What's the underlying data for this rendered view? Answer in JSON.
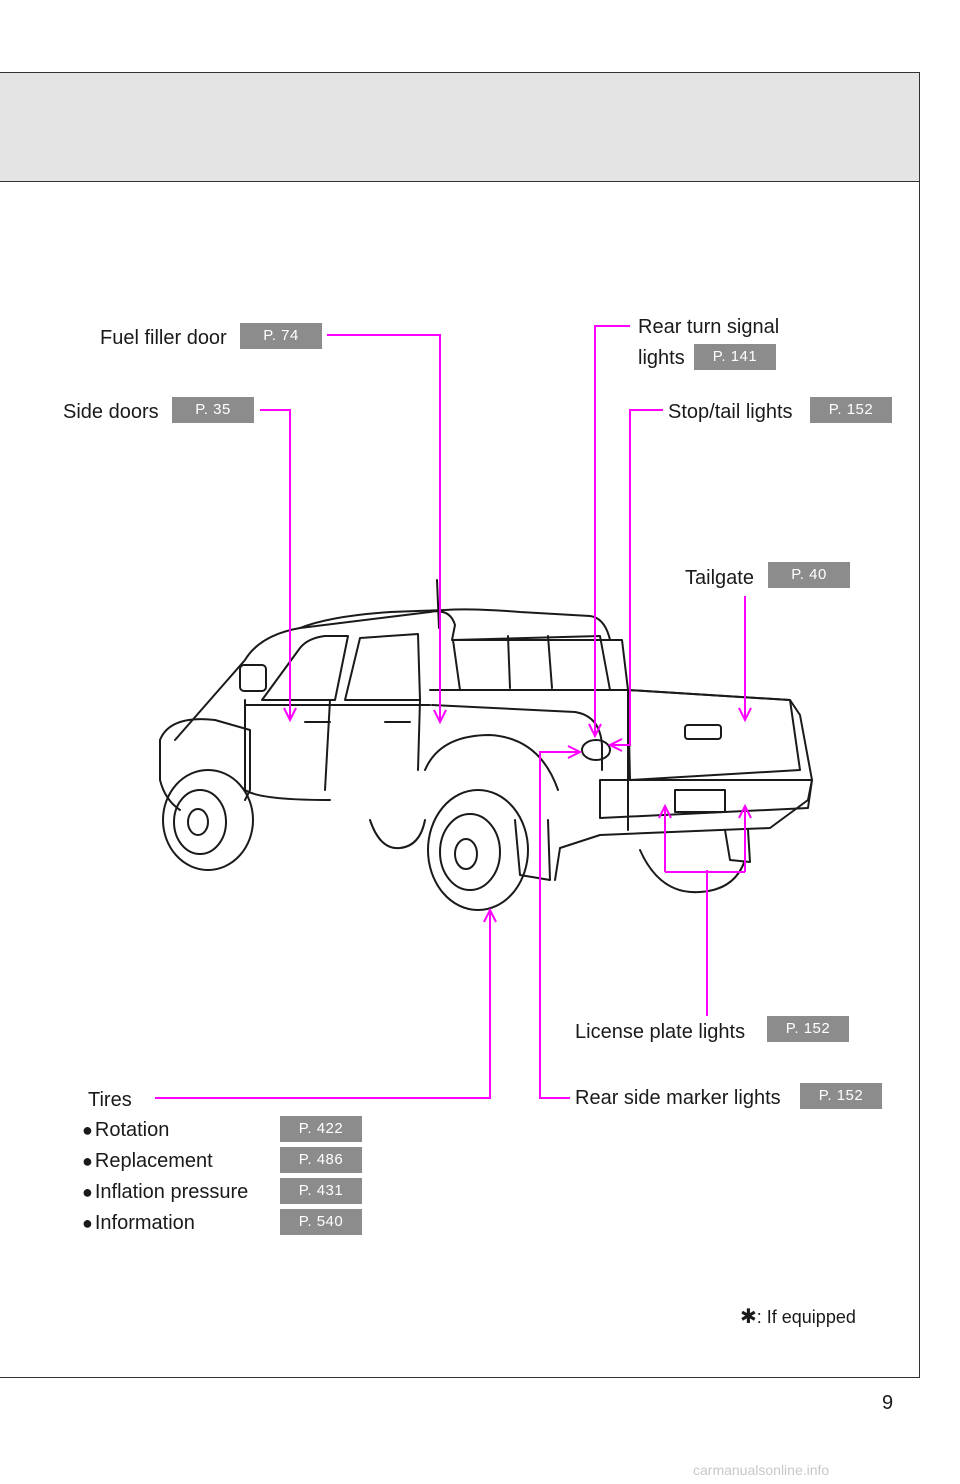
{
  "labels": {
    "fuel_filler_door": "Fuel filler door",
    "side_doors": "Side doors",
    "rear_turn_signal_line1": "Rear turn signal",
    "rear_turn_signal_line2": "lights",
    "stop_tail_lights": "Stop/tail lights",
    "tailgate": "Tailgate",
    "license_plate_lights": "License plate lights",
    "rear_side_marker_lights": "Rear side marker lights",
    "tires": "Tires",
    "rotation": "Rotation",
    "replacement": "Replacement",
    "inflation_pressure": "Inflation pressure",
    "information": "Information"
  },
  "pages": {
    "fuel_filler_door": "P. 74",
    "side_doors": "P. 35",
    "rear_turn_signal": "P. 141",
    "stop_tail_lights": "P. 152",
    "tailgate": "P. 40",
    "license_plate_lights": "P. 152",
    "rear_side_marker_lights": "P. 152",
    "rotation": "P. 422",
    "replacement": "P. 486",
    "inflation_pressure": "P. 431",
    "information": "P. 540"
  },
  "bullet_symbol": "●",
  "footnote": {
    "symbol": "✱",
    "text": ": If equipped"
  },
  "page_number": "9",
  "watermark": "carmanualsonline.info",
  "colors": {
    "leader_line": "#ff00ff",
    "badge": "#8c8c8c",
    "header_band": "#e4e4e4"
  },
  "icons": {
    "truck": "pickup-truck-rear-three-quarter-illustration"
  }
}
